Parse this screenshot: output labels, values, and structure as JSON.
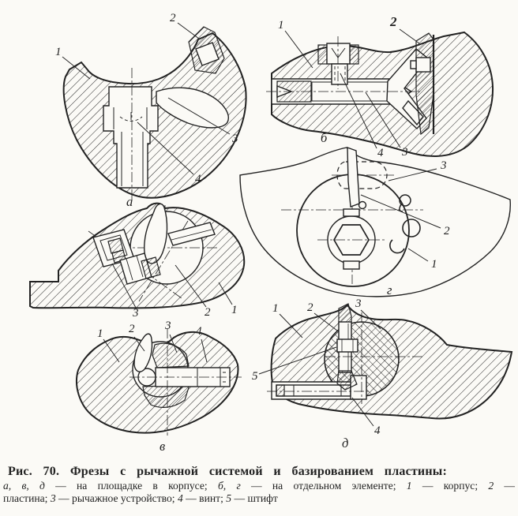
{
  "figure": {
    "panel_a": {
      "letter": "а",
      "callout_1": "1",
      "callout_2": "2",
      "callout_3": "3",
      "callout_4": "4"
    },
    "panel_b": {
      "letter": "б",
      "callout_1": "1",
      "callout_2": "2",
      "callout_3": "3",
      "callout_4": "4"
    },
    "panel_side": {
      "callout_1": "1",
      "callout_2": "2",
      "callout_3": "3"
    },
    "panel_g": {
      "letter": "г",
      "callout_1": "1",
      "callout_2": "2",
      "callout_3": "3"
    },
    "panel_v": {
      "letter": "в",
      "callout_1": "1",
      "callout_2": "2",
      "callout_3": "3",
      "callout_4": "4"
    },
    "panel_d": {
      "letter": "д",
      "callout_1": "1",
      "callout_2": "2",
      "callout_3": "3",
      "callout_4": "4",
      "callout_5": "5"
    }
  },
  "caption": {
    "title": "Рис. 70. Фрезы с рычажной системой и базированием пластины:",
    "line1": [
      {
        "t": "а, в, д",
        "it": true
      },
      {
        "t": " — на площадке в корпусе; ",
        "it": false
      },
      {
        "t": "б, г",
        "it": true
      },
      {
        "t": " — на отдельном элементе; ",
        "it": false
      },
      {
        "t": "1",
        "it": true
      },
      {
        "t": " — корпус; ",
        "it": false
      },
      {
        "t": "2",
        "it": true
      },
      {
        "t": " —",
        "it": false
      }
    ],
    "line2": [
      {
        "t": "пластина; ",
        "it": false
      },
      {
        "t": "3",
        "it": true
      },
      {
        "t": " — рычажное устройство; ",
        "it": false
      },
      {
        "t": "4",
        "it": true
      },
      {
        "t": " — винт; ",
        "it": false
      },
      {
        "t": "5",
        "it": true
      },
      {
        "t": " — штифт",
        "it": false
      }
    ]
  }
}
